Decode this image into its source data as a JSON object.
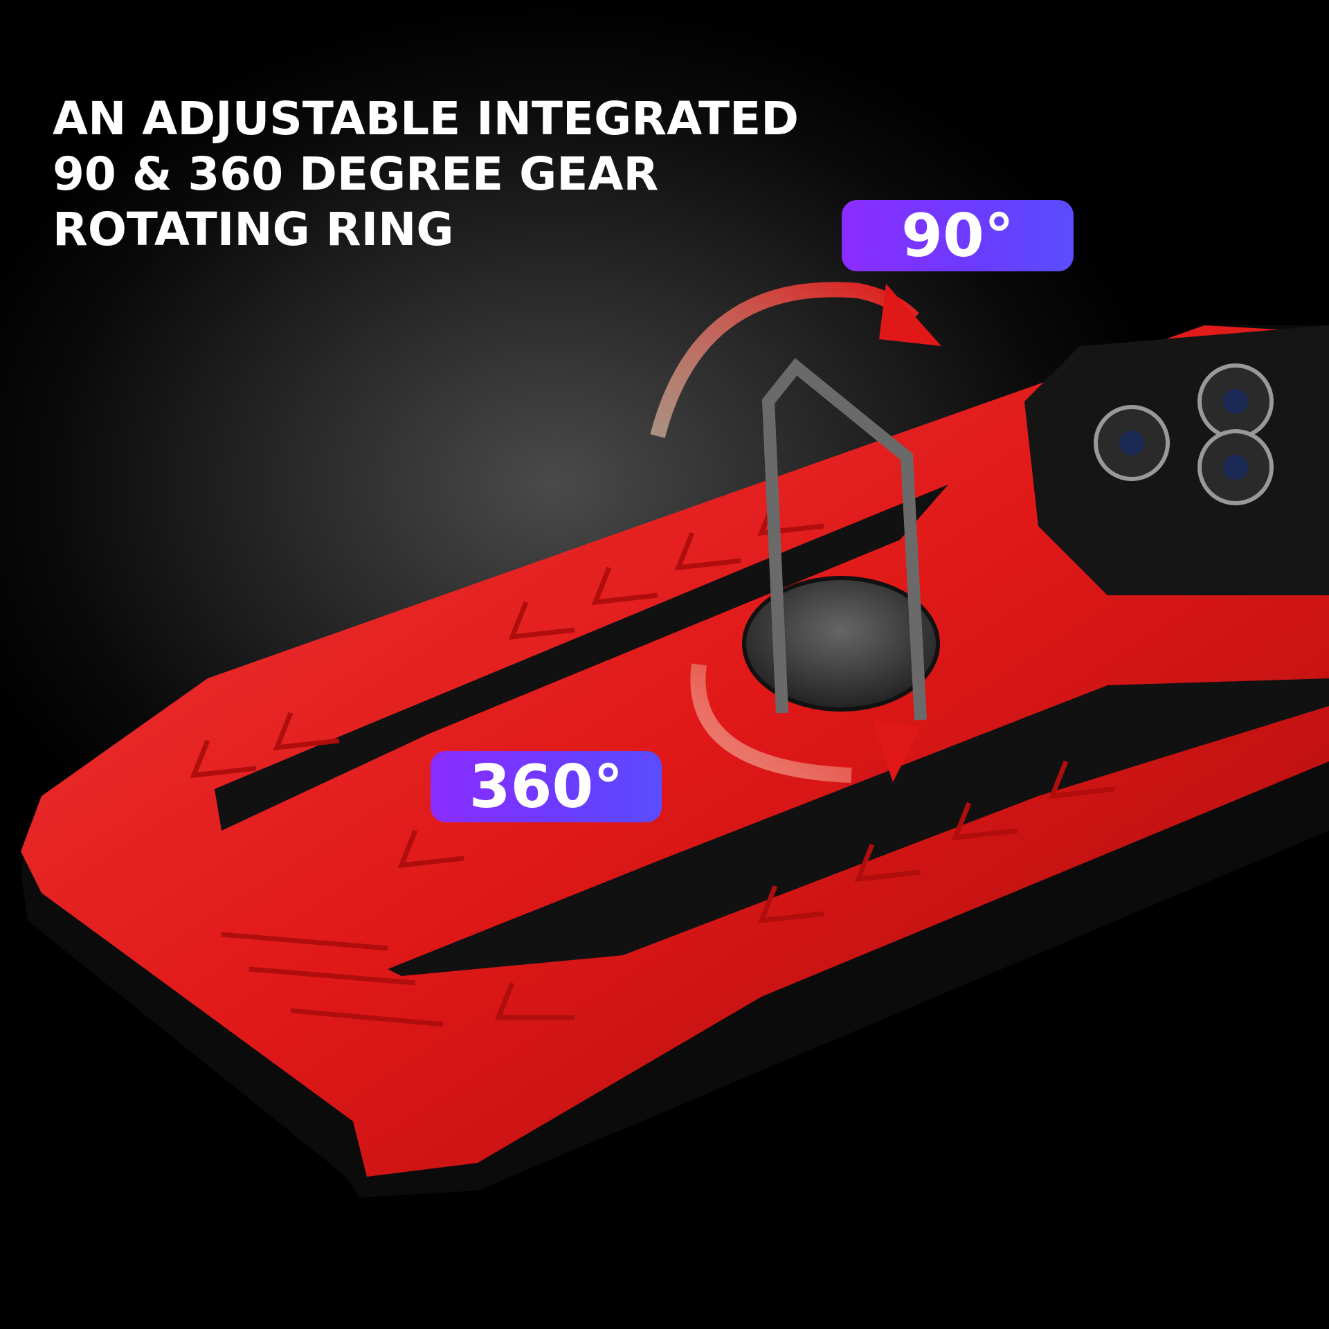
{
  "headline": {
    "lines": [
      "AN ADJUSTABLE INTEGRATED",
      "90 & 360 DEGREE GEAR",
      "ROTATING RING"
    ]
  },
  "badges": {
    "tilt": "90°",
    "rotate": "360°"
  },
  "colors": {
    "case_red": "#e01818",
    "badge_start": "#8b2cff",
    "badge_end": "#5a4dff",
    "arrow": "#e02020"
  }
}
